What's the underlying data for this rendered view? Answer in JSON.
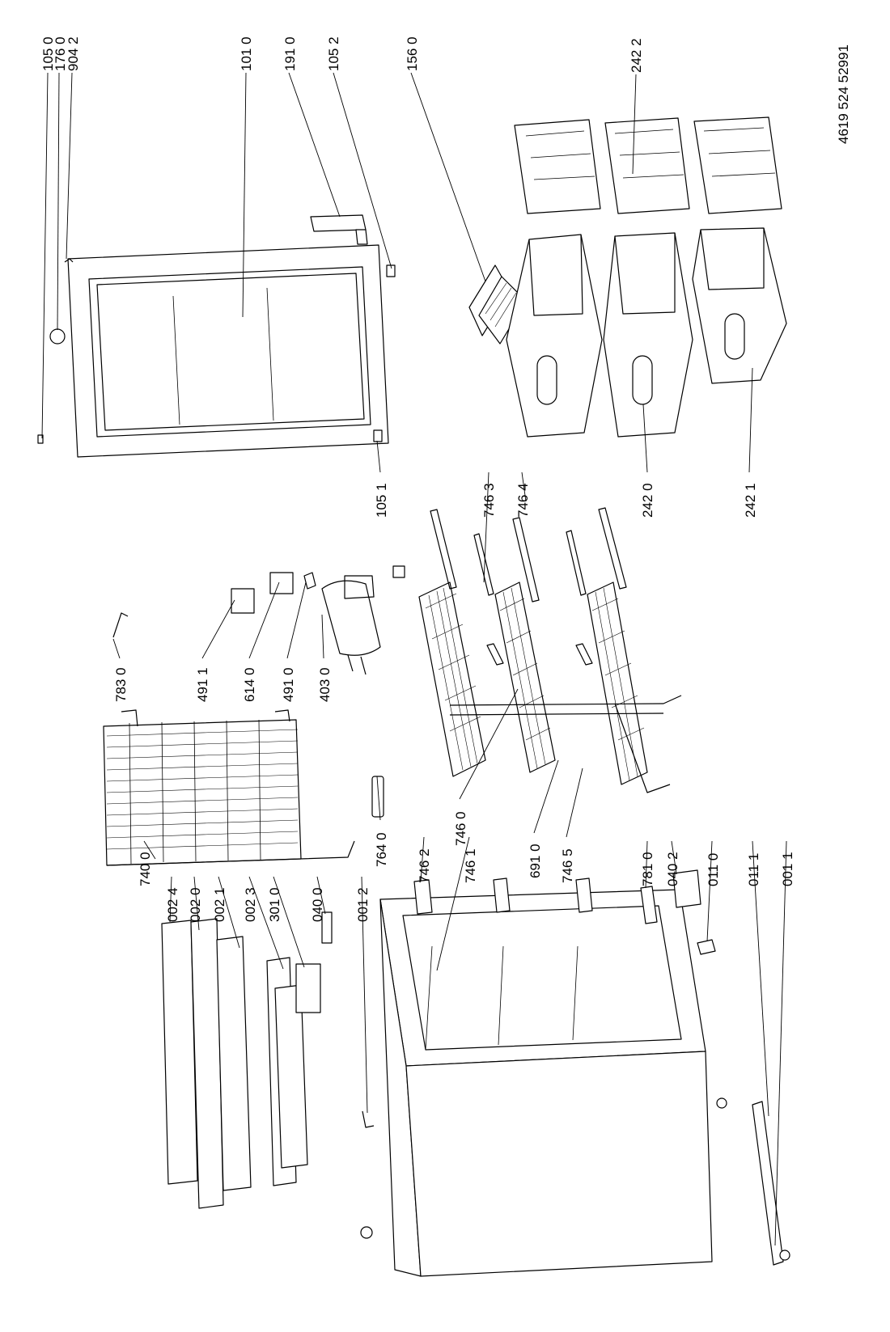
{
  "document_number": "4619 524 52991",
  "labels": [
    "105 0",
    "176 0",
    "904 2",
    "101 0",
    "191 0",
    "105 2",
    "156 0",
    "242 2",
    "105 1",
    "746 3",
    "746 4",
    "242 0",
    "242 1",
    "783 0",
    "491 1",
    "614 0",
    "491 0",
    "403 0",
    "740 0",
    "002 4",
    "002 0",
    "002 1",
    "002 3",
    "301 0",
    "040 0",
    "001 2",
    "764 0",
    "746 2",
    "746 0",
    "746 1",
    "691 0",
    "746 5",
    "781 0",
    "040 2",
    "011 0",
    "011 1",
    "001 1"
  ]
}
